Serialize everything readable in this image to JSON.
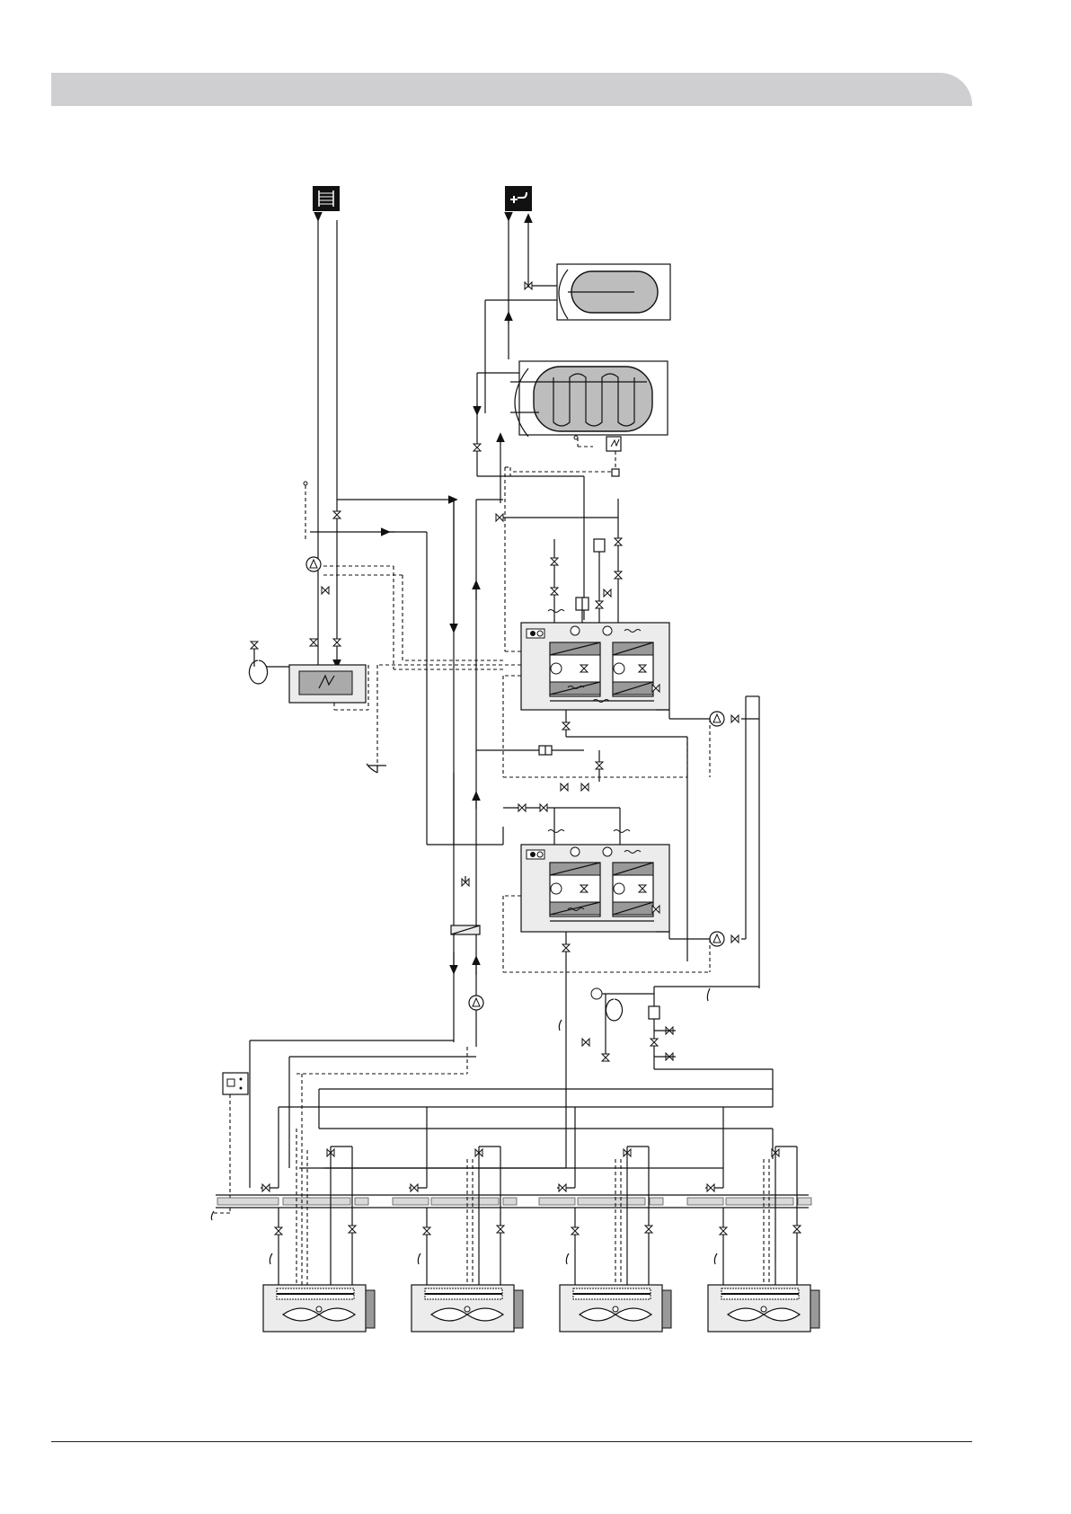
{
  "header": {
    "band_color": "#cfcfd1"
  },
  "symbols": {
    "heating_icon": "radiator-icon",
    "hot_water_icon": "tap-icon",
    "controller_icon": "room-controller-icon"
  },
  "colors": {
    "line": "#111111",
    "tank_fill": "#bdbdbd",
    "unit_fill": "#ececec"
  },
  "fan_coil_units": [
    {
      "id": "fan-coil-1"
    },
    {
      "id": "fan-coil-2"
    },
    {
      "id": "fan-coil-3"
    },
    {
      "id": "fan-coil-4"
    }
  ],
  "heat_pumps": [
    {
      "id": "heat-pump-upper"
    },
    {
      "id": "heat-pump-lower"
    }
  ]
}
